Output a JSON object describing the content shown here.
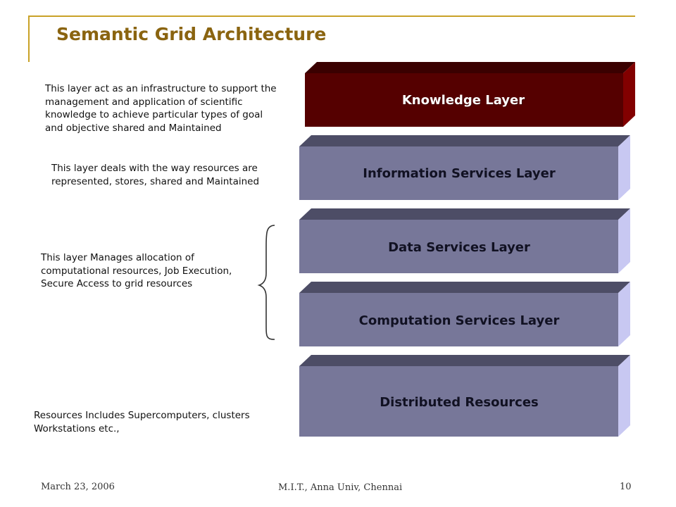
{
  "title": "Semantic Grid Architecture",
  "colors": {
    "accent": "#c9a227",
    "title": "#8a6410",
    "knowledge_front": "#550000",
    "knowledge_top": "#3a0000",
    "knowledge_side": "#820000",
    "service_front": "#777799",
    "service_top": "#4d4d66",
    "service_side": "#c8c8f2"
  },
  "layers": [
    {
      "label": "Knowledge Layer"
    },
    {
      "label": "Information Services Layer"
    },
    {
      "label": "Data Services Layer"
    },
    {
      "label": "Computation Services Layer"
    },
    {
      "label": "Distributed Resources"
    }
  ],
  "descriptions": {
    "knowledge": "This layer act as an infrastructure to support the management and application of scientific knowledge to achieve particular types of goal and objective  shared and Maintained",
    "information": "This layer deals with the way resources are represented, stores, shared and Maintained",
    "computation": "This layer Manages allocation of computational resources, Job Execution, Secure Access to grid resources",
    "resources": "Resources Includes Supercomputers, clusters Workstations etc.,"
  },
  "footer": {
    "date": "March 23, 2006",
    "organization": "M.I.T., Anna Univ, Chennai",
    "page": "10"
  }
}
